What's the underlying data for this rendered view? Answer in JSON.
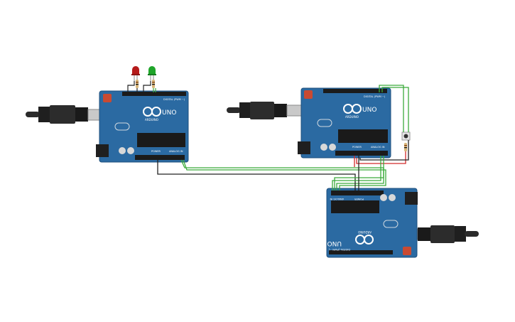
{
  "boards": [
    {
      "id": "board-left",
      "model_label": "UNO",
      "brand_label": "ARDUINO",
      "header_label": "DIGITAL (PWM ~)",
      "power_label": "POWER",
      "analog_label": "ANALOG IN"
    },
    {
      "id": "board-right",
      "model_label": "UNO",
      "brand_label": "ARDUINO",
      "header_label": "DIGITAL (PWM ~)",
      "power_label": "POWER",
      "analog_label": "ANALOG IN"
    },
    {
      "id": "board-bottom",
      "model_label": "UNO",
      "brand_label": "ARDUINO",
      "header_label": "DIGITAL (PWM ~)",
      "power_label": "POWER",
      "analog_label": "ANALOG IN"
    }
  ],
  "components": {
    "leds": [
      {
        "name": "red-led",
        "color": "#b51a1a"
      },
      {
        "name": "green-led",
        "color": "#1fa52a"
      }
    ],
    "pushbutton": {
      "name": "pushbutton"
    },
    "resistors": [
      {
        "name": "resistor-red-led"
      },
      {
        "name": "resistor-green-led"
      },
      {
        "name": "resistor-button"
      }
    ]
  },
  "colors": {
    "board": "#2b6aa2",
    "board_dark": "#1d4f7c",
    "wire_green": "#3bab3b",
    "wire_black": "#222222",
    "wire_red": "#d22b2b",
    "usb_cable": "#2a2a2a"
  }
}
